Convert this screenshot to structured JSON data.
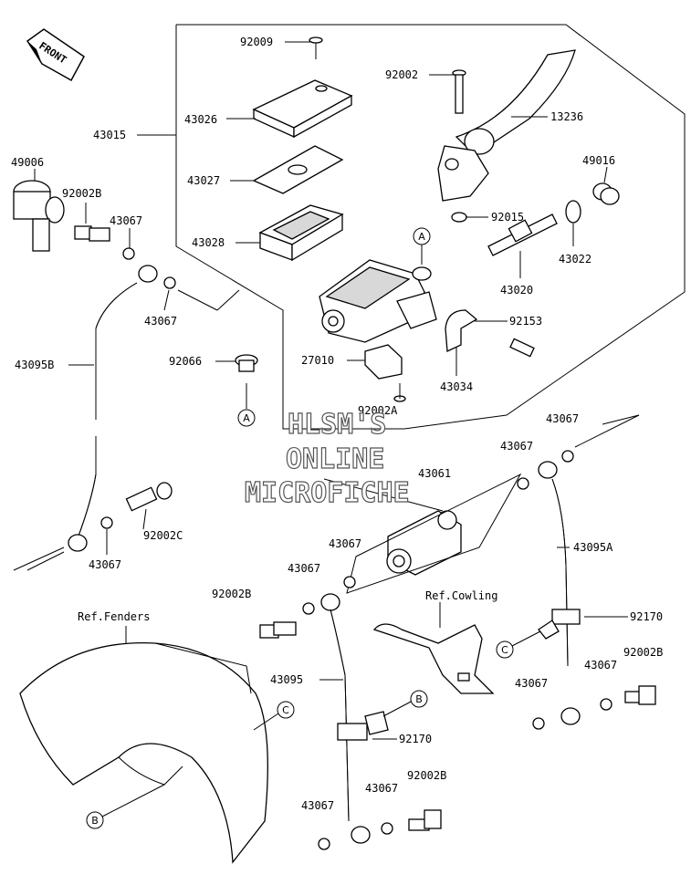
{
  "front_label": "FRONT",
  "watermark": [
    "HLSM'S",
    "ONLINE",
    "MICROFICHE"
  ],
  "ref_labels": {
    "fenders": "Ref.Fenders",
    "cowling": "Ref.Cowling"
  },
  "callouts": {
    "a1": "A",
    "a2": "A",
    "b1": "B",
    "b2": "B",
    "c1": "C",
    "c2": "C"
  },
  "parts": {
    "p92009": "92009",
    "p43026": "43026",
    "p43015": "43015",
    "p43027": "43027",
    "p43028": "43028",
    "p92002": "92002",
    "p13236": "13236",
    "p49016": "49016",
    "p92015": "92015",
    "p43022": "43022",
    "p43020": "43020",
    "p92153": "92153",
    "p49006": "49006",
    "p92002B_a": "92002B",
    "p43067_a": "43067",
    "p43067_b": "43067",
    "p43095B": "43095B",
    "p92066": "92066",
    "p27010": "27010",
    "p43034": "43034",
    "p92002A": "92002A",
    "p43067_c": "43067",
    "p43067_d": "43067",
    "p43061": "43061",
    "p92002C": "92002C",
    "p43067_e": "43067",
    "p43095A": "43095A",
    "p43067_f": "43067",
    "p43067_g": "43067",
    "p92002B_b": "92002B",
    "p92170_a": "92170",
    "p43095": "43095",
    "p92002B_c": "92002B",
    "p43067_h": "43067",
    "p43067_i": "43067",
    "p92170_b": "92170",
    "p92002B_d": "92002B",
    "p43067_j": "43067",
    "p43067_k": "43067"
  }
}
